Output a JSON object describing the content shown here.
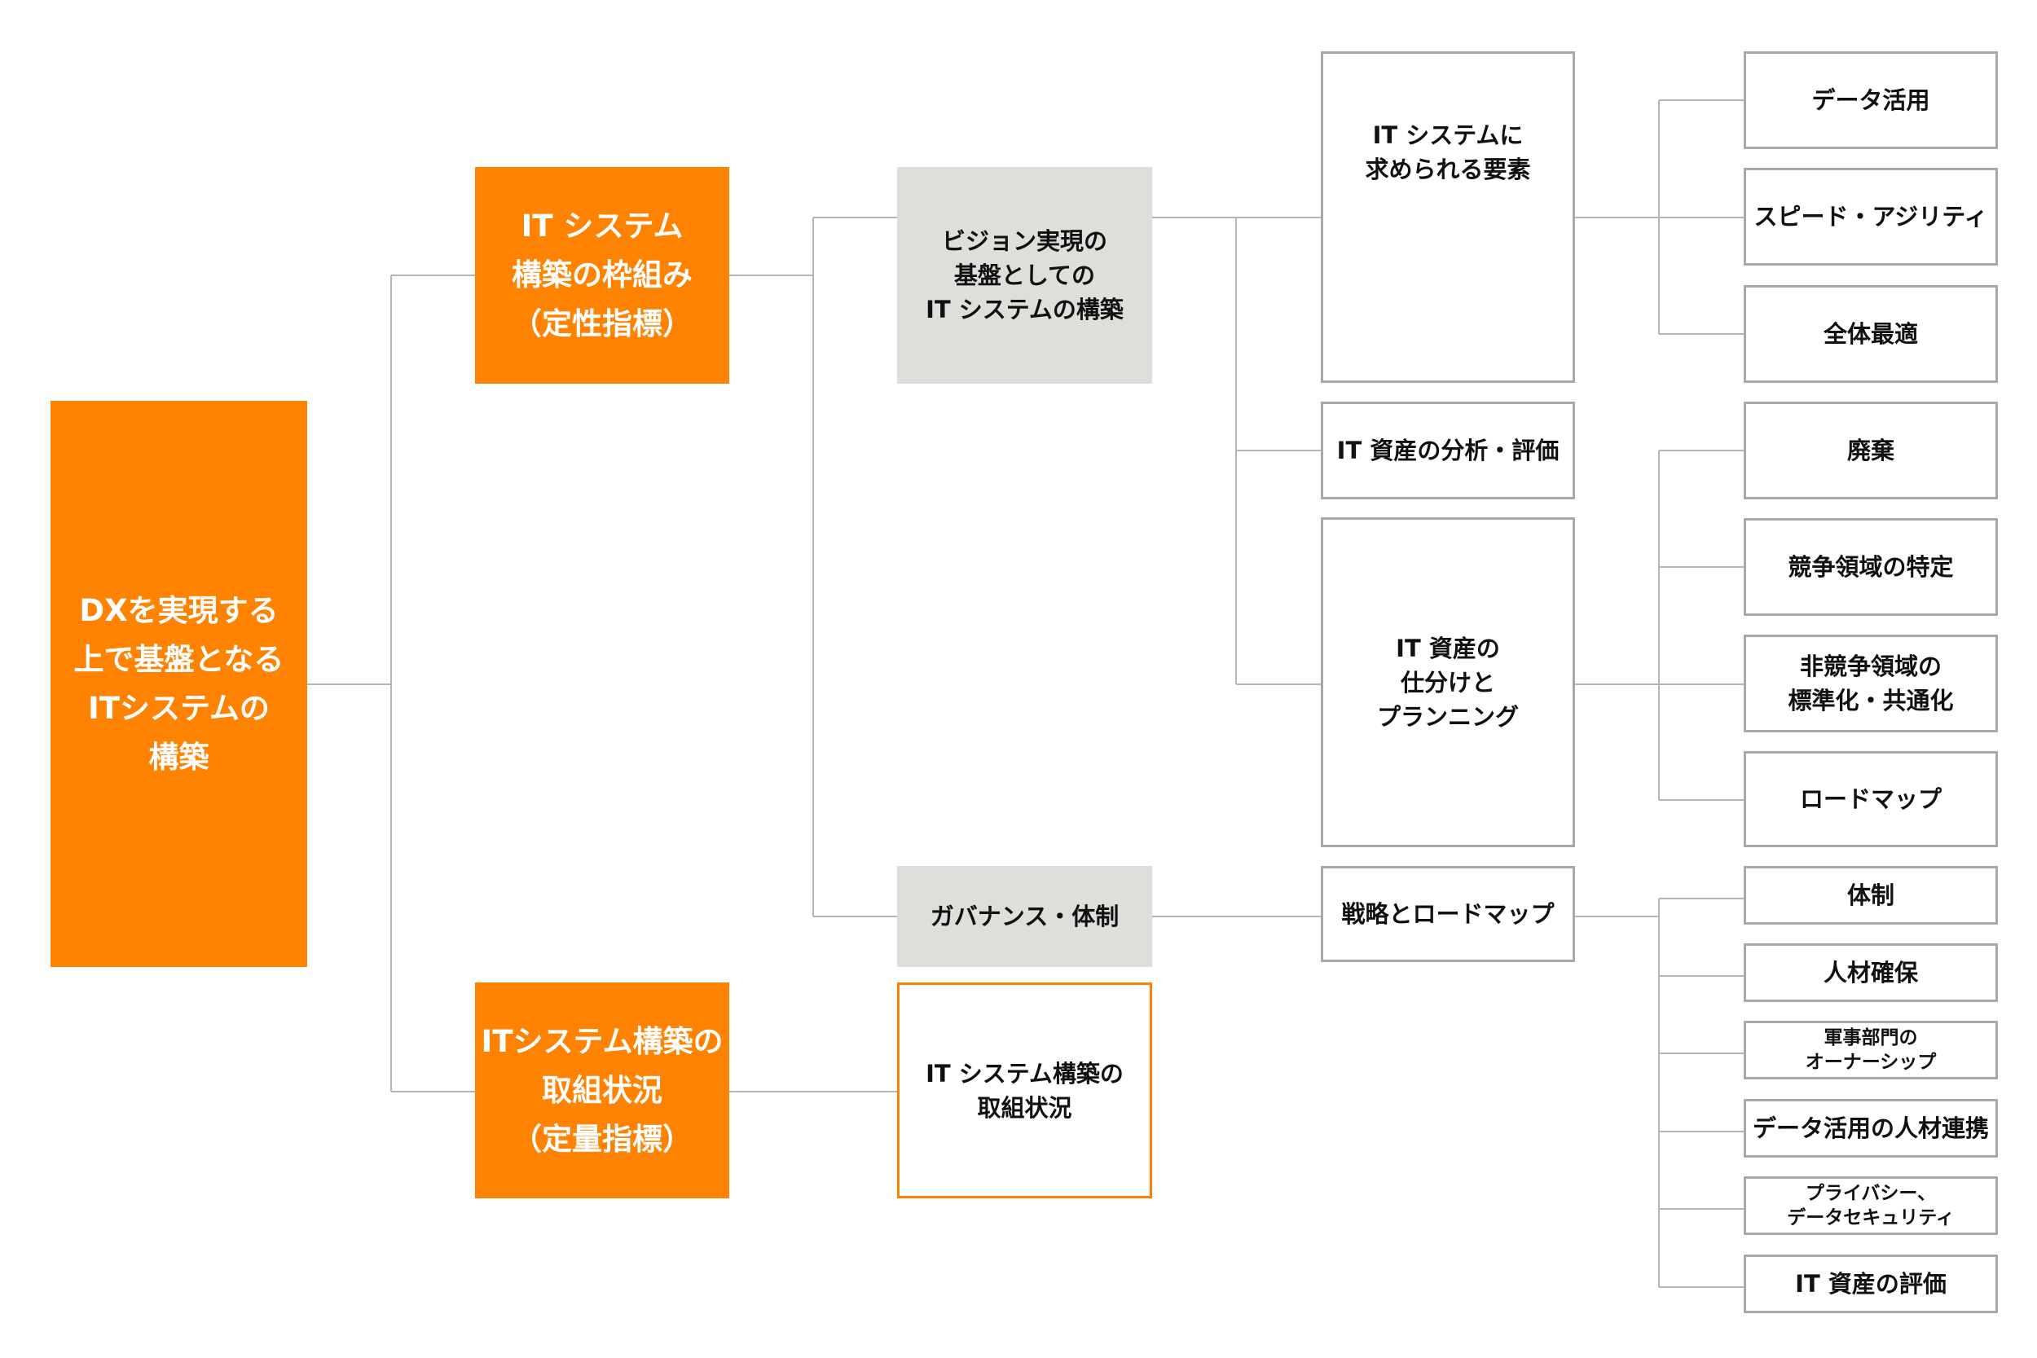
{
  "colors": {
    "accent": "#ff8200",
    "gray": "#dededb",
    "outline": "#a8a8a8",
    "connector": "#b5b5b5"
  },
  "nodes": {
    "root": "DXを実現する\n上で基盤となる\nITシステムの\n構築",
    "framework": "IT システム\n構築の枠組み\n（定性指標）",
    "status": "ITシステム構築の\n取組状況\n（定量指標）",
    "vision": "ビジョン実現の\n基盤としての\nIT システムの構築",
    "governance": "ガバナンス・体制",
    "status_detail": "IT システム構築の\n取組状況",
    "requirements": "IT システムに\n求められる要素",
    "analysis": "IT 資産の分析・評価",
    "planning": "IT 資産の\n仕分けと\nプランニング",
    "strategy": "戦略とロードマップ",
    "data_use": "データ活用",
    "speed": "スピード・アジリティ",
    "overall": "全体最適",
    "disposal": "廃棄",
    "competitive": "競争領域の特定",
    "noncompetitive": "非競争領域の\n標準化・共通化",
    "roadmap": "ロードマップ",
    "structure": "体制",
    "talent": "人材確保",
    "ownership": "軍事部門の\nオーナーシップ",
    "data_talent": "データ活用の人材連携",
    "privacy": "プライバシー、\nデータセキュリティ",
    "it_eval": "IT 資産の評価"
  }
}
